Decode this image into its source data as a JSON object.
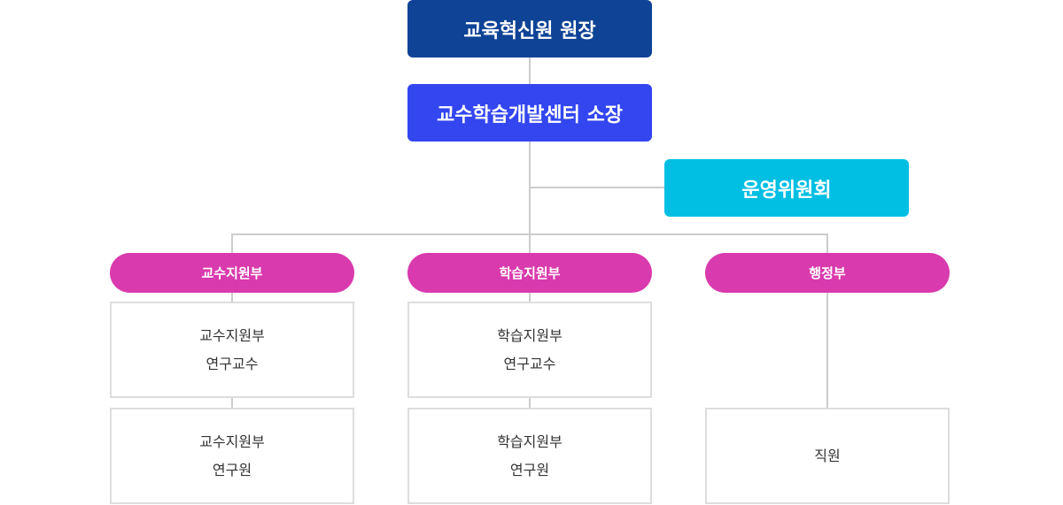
{
  "director": "교육혁신원 원장",
  "center_head": "교수학습개발센터 소장",
  "committee": "운영위원회",
  "departments": [
    {
      "name": "교수지원부",
      "staff": [
        {
          "line1": "교수지원부",
          "line2": "연구교수"
        },
        {
          "line1": "교수지원부",
          "line2": "연구원"
        }
      ]
    },
    {
      "name": "학습지원부",
      "staff": [
        {
          "line1": "학습지원부",
          "line2": "연구교수"
        },
        {
          "line1": "학습지원부",
          "line2": "연구원"
        }
      ]
    },
    {
      "name": "행정부",
      "staff": [
        {
          "line1": "직원"
        }
      ]
    }
  ],
  "colors": {
    "director": "#0e4396",
    "center_head": "#3346f0",
    "committee": "#00bfe3",
    "department": "#d93aad",
    "connector": "#cccccc"
  }
}
